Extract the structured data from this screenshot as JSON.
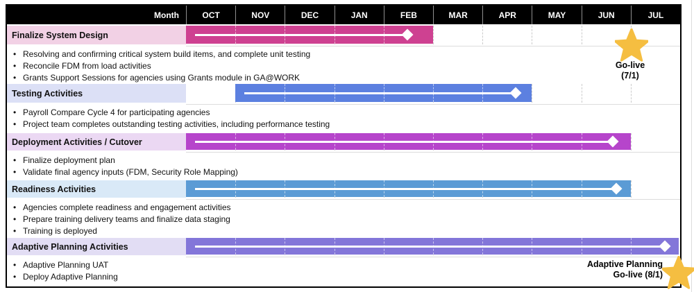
{
  "header": {
    "month_label": "Month",
    "months": [
      "OCT",
      "NOV",
      "DEC",
      "JAN",
      "FEB",
      "MAR",
      "APR",
      "MAY",
      "JUN",
      "JUL"
    ]
  },
  "colors": {
    "header_bg": "#000000",
    "header_fg": "#FFFFFF",
    "gridline": "#CBCBCB",
    "border": "#000000",
    "star": "#F5BE41"
  },
  "sections": [
    {
      "label": "Finalize System Design",
      "label_bg": "#F2D1E5",
      "bar_color": "#CE4191",
      "start": 0,
      "end": 5,
      "marker": 4.48,
      "bullets": [
        "Resolving and confirming critical system build items, and complete unit testing",
        "Reconcile FDM from load activities",
        "Grants Support Sessions for agencies using Grants module in GA@WORK"
      ]
    },
    {
      "label": "Testing Activities",
      "label_bg": "#DCE0F6",
      "bar_color": "#5C80E0",
      "start": 1,
      "end": 7,
      "marker": 6.67,
      "bullets": [
        "Payroll Compare Cycle 4 for participating agencies",
        "Project team completes outstanding testing activities, including performance testing"
      ]
    },
    {
      "label": "Deployment Activities / Cutover",
      "label_bg": "#EBD8F3",
      "bar_color": "#B645CB",
      "start": 0,
      "end": 9,
      "marker": 8.64,
      "bullets": [
        "Finalize deployment plan",
        "Validate final agency inputs (FDM, Security Role Mapping)"
      ]
    },
    {
      "label": "Readiness Activities",
      "label_bg": "#D9E9F7",
      "bar_color": "#5B9BD5",
      "start": 0,
      "end": 9,
      "marker": 8.71,
      "bullets": [
        "Agencies complete readiness and engagement activities",
        "Prepare training delivery teams and finalize data staging",
        "Training is deployed"
      ]
    },
    {
      "label": "Adaptive Planning Activities",
      "label_bg": "#E2DDF4",
      "bar_color": "#8376D9",
      "start": 0,
      "end": 9.97,
      "marker": 9.69,
      "bullets": [
        "Adaptive Planning UAT",
        "Deploy Adaptive Planning"
      ]
    }
  ],
  "milestones": [
    {
      "lines": [
        "Go-live",
        "(7/1)"
      ],
      "at_month": "JUN/JUL boundary"
    },
    {
      "lines": [
        "Adaptive Planning",
        "Go-live (8/1)"
      ],
      "at_month": "end of JUL"
    }
  ],
  "chart_data": {
    "type": "gantt",
    "x_axis": {
      "label": "Month",
      "categories": [
        "OCT",
        "NOV",
        "DEC",
        "JAN",
        "FEB",
        "MAR",
        "APR",
        "MAY",
        "JUN",
        "JUL"
      ]
    },
    "tasks": [
      {
        "name": "Finalize System Design",
        "start": "OCT",
        "end": "FEB",
        "start_idx": 0,
        "end_idx": 5
      },
      {
        "name": "Testing Activities",
        "start": "NOV",
        "end": "APR",
        "start_idx": 1,
        "end_idx": 7
      },
      {
        "name": "Deployment Activities / Cutover",
        "start": "OCT",
        "end": "JUN",
        "start_idx": 0,
        "end_idx": 9
      },
      {
        "name": "Readiness Activities",
        "start": "OCT",
        "end": "JUN",
        "start_idx": 0,
        "end_idx": 9
      },
      {
        "name": "Adaptive Planning Activities",
        "start": "OCT",
        "end": "JUL",
        "start_idx": 0,
        "end_idx": 10
      }
    ],
    "milestones": [
      {
        "label": "Go-live (7/1)",
        "position_idx": 9
      },
      {
        "label": "Adaptive Planning Go-live (8/1)",
        "position_idx": 10
      }
    ],
    "legend": false,
    "grid": "dashed monthly verticals"
  }
}
